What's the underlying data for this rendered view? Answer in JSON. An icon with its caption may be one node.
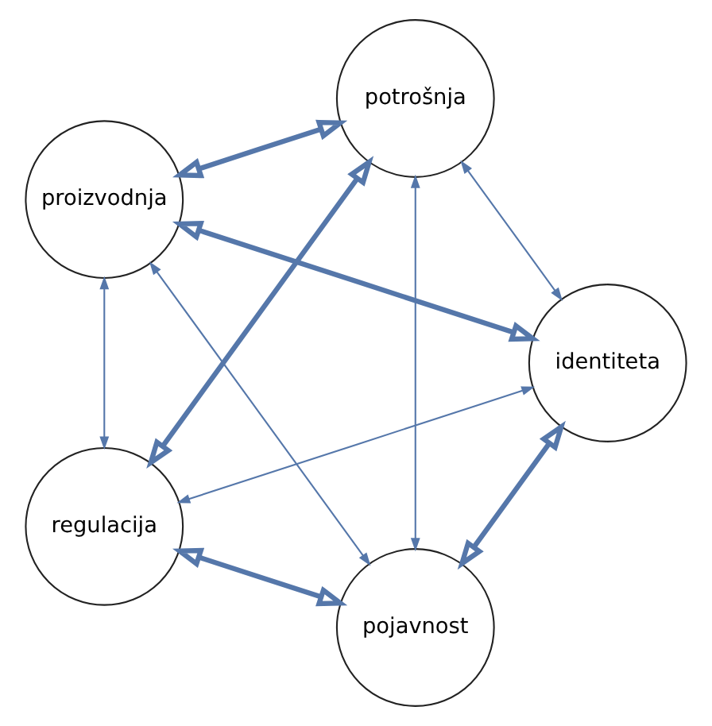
{
  "diagram": {
    "nodes": [
      {
        "text": [
          "pojavnost"
        ]
      },
      {
        "text": [
          "identiteta"
        ]
      },
      {
        "text": [
          "proizvodnja"
        ]
      },
      {
        "text": [
          "potrošnja"
        ]
      },
      {
        "text": [
          "regulacija"
        ]
      }
    ],
    "edges": [
      {
        "from": 0,
        "to": 1,
        "arrow": "both",
        "style": "thick"
      },
      {
        "from": 1,
        "to": 2,
        "arrow": "both",
        "style": "thick"
      },
      {
        "from": 2,
        "to": 3,
        "arrow": "both",
        "style": "thick"
      },
      {
        "from": 3,
        "to": 4,
        "arrow": "both",
        "style": "thick"
      },
      {
        "from": 4,
        "to": 0,
        "arrow": "both",
        "style": "thick"
      },
      {
        "from": 0,
        "to": 3,
        "arrow": "both"
      },
      {
        "from": 0,
        "to": 2,
        "arrow": "both"
      },
      {
        "from": 4,
        "to": 1,
        "arrow": "both"
      },
      {
        "from": 4,
        "to": 2,
        "arrow": "both"
      },
      {
        "from": 1,
        "to": 3,
        "arrow": "both"
      }
    ]
  }
}
